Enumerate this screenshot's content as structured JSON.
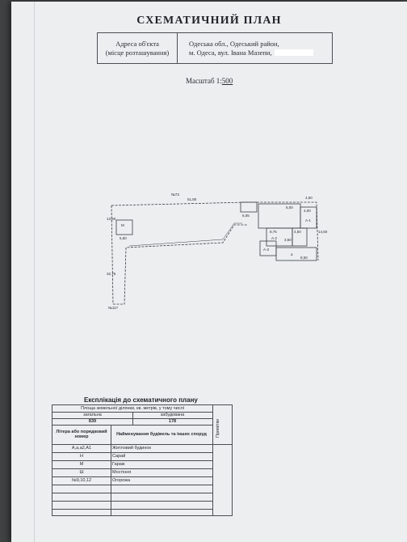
{
  "document": {
    "title": "СХЕМАТИЧНИЙ ПЛАН",
    "address_label": [
      "Адреса об'єкта",
      "(місце розташування)"
    ],
    "address_value": [
      "Одеська обл., Одеський район,",
      "м. Одеса, вул. Івана Мазепи,"
    ],
    "scale_prefix": "Масштаб 1:",
    "scale_value": "500"
  },
  "plan": {
    "labels": {
      "top_length": "51,80",
      "corner_nw": "№73",
      "left_upper": "13,50",
      "left_lower": "32,75",
      "bottom_left": "№117",
      "bldg_m_name": "М",
      "bldg_m_dim": "5,50",
      "top_mid": "6,05",
      "garage_dim": "5,00",
      "right_top": "4,50",
      "right_top2": "4,00",
      "right_side": "14,50",
      "mid_dim1": "8,75",
      "mid_dim2": "4,50",
      "bottom_dim": "8,50",
      "a1": "А-1",
      "a2": "А-2",
      "a3": "А-3",
      "a4": "а",
      "h_dim": "3,50"
    }
  },
  "explication": {
    "title": "Експлікація до схематичного плану",
    "area_header": "Площа земельної ділянки, кв. метрів, у тому числі",
    "col_total": "загальна",
    "col_built": "забудована",
    "val_total": "839",
    "val_built": "178",
    "notes": "Примітки",
    "col_letter": "Літера або порядковий номер",
    "col_name": "Найменування будівель та інших споруд",
    "rows": [
      {
        "letter": "А,а,а2,А1",
        "name": "Житловий будинок"
      },
      {
        "letter": "Н",
        "name": "Сарай"
      },
      {
        "letter": "М",
        "name": "Гараж"
      },
      {
        "letter": "Ш",
        "name": "Мостіння"
      },
      {
        "letter": "№9,10,12",
        "name": "Огорожа"
      }
    ]
  }
}
